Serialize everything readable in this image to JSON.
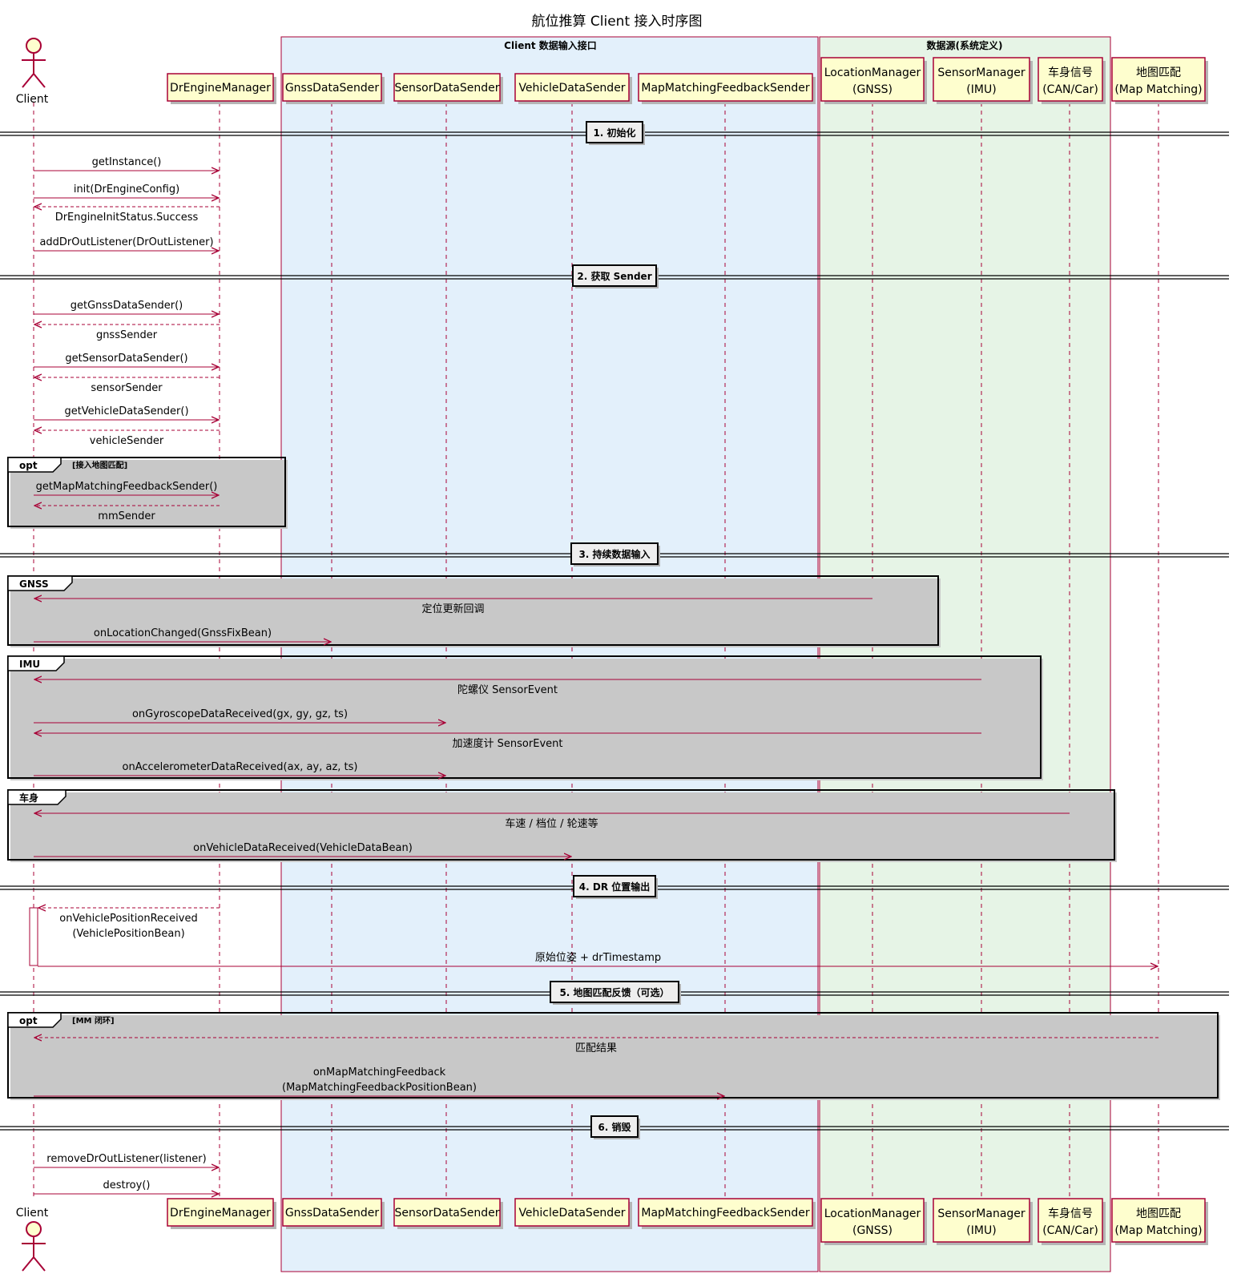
{
  "title": "航位推算 Client 接入时序图",
  "colors": {
    "arrow": "#A80036",
    "participant_fill": "#FEFECE",
    "participant_border": "#A80036",
    "box_client_fill": "#E3F0FB",
    "box_source_fill": "#E6F4E6",
    "frame_border": "#000000",
    "text": "#000000"
  },
  "boxes": [
    {
      "id": "client_box",
      "label": "Client 数据输入接口"
    },
    {
      "id": "source_box",
      "label": "数据源(系统定义)"
    }
  ],
  "participants": [
    {
      "id": "client",
      "lines": [
        "Client"
      ],
      "kind": "actor"
    },
    {
      "id": "engine",
      "lines": [
        "DrEngineManager"
      ],
      "kind": "box"
    },
    {
      "id": "gnss",
      "lines": [
        "GnssDataSender"
      ],
      "kind": "box"
    },
    {
      "id": "sensor",
      "lines": [
        "SensorDataSender"
      ],
      "kind": "box"
    },
    {
      "id": "vehicle",
      "lines": [
        "VehicleDataSender"
      ],
      "kind": "box"
    },
    {
      "id": "mmfs",
      "lines": [
        "MapMatchingFeedbackSender"
      ],
      "kind": "box"
    },
    {
      "id": "locmgr",
      "lines": [
        "LocationManager",
        "(GNSS)"
      ],
      "kind": "box"
    },
    {
      "id": "sensmgr",
      "lines": [
        "SensorManager",
        "(IMU)"
      ],
      "kind": "box"
    },
    {
      "id": "carsig",
      "lines": [
        "车身信号",
        "(CAN/Car)"
      ],
      "kind": "box"
    },
    {
      "id": "mapmatch",
      "lines": [
        "地图匹配",
        "(Map Matching)"
      ],
      "kind": "box"
    }
  ],
  "dividers": [
    {
      "label": "1. 初始化"
    },
    {
      "label": "2. 获取 Sender"
    },
    {
      "label": "3. 持续数据输入"
    },
    {
      "label": "4. DR 位置输出"
    },
    {
      "label": "5. 地图匹配反馈（可选）"
    },
    {
      "label": "6. 销毁"
    }
  ],
  "frames": [
    {
      "id": "opt_mm_sender",
      "tag": "opt",
      "condition": "[接入地图匹配]"
    },
    {
      "id": "grp_gnss",
      "tag": "GNSS",
      "condition": ""
    },
    {
      "id": "grp_imu",
      "tag": "IMU",
      "condition": ""
    },
    {
      "id": "grp_car",
      "tag": "车身",
      "condition": ""
    },
    {
      "id": "opt_mm_loop",
      "tag": "opt",
      "condition": "[MM 闭环]"
    }
  ],
  "messages": [
    {
      "from": "client",
      "to": "engine",
      "lines": [
        "getInstance()"
      ],
      "dashed": false
    },
    {
      "from": "client",
      "to": "engine",
      "lines": [
        "init(DrEngineConfig)"
      ],
      "dashed": false
    },
    {
      "from": "engine",
      "to": "client",
      "lines": [
        "DrEngineInitStatus.Success"
      ],
      "dashed": true
    },
    {
      "from": "client",
      "to": "engine",
      "lines": [
        "addDrOutListener(DrOutListener)"
      ],
      "dashed": false
    },
    {
      "from": "client",
      "to": "engine",
      "lines": [
        "getGnssDataSender()"
      ],
      "dashed": false
    },
    {
      "from": "engine",
      "to": "client",
      "lines": [
        "gnssSender"
      ],
      "dashed": true
    },
    {
      "from": "client",
      "to": "engine",
      "lines": [
        "getSensorDataSender()"
      ],
      "dashed": false
    },
    {
      "from": "engine",
      "to": "client",
      "lines": [
        "sensorSender"
      ],
      "dashed": true
    },
    {
      "from": "client",
      "to": "engine",
      "lines": [
        "getVehicleDataSender()"
      ],
      "dashed": false
    },
    {
      "from": "engine",
      "to": "client",
      "lines": [
        "vehicleSender"
      ],
      "dashed": true
    },
    {
      "from": "client",
      "to": "engine",
      "lines": [
        "getMapMatchingFeedbackSender()"
      ],
      "dashed": false
    },
    {
      "from": "engine",
      "to": "client",
      "lines": [
        "mmSender"
      ],
      "dashed": true
    },
    {
      "from": "locmgr",
      "to": "client",
      "lines": [
        "定位更新回调"
      ],
      "dashed": false
    },
    {
      "from": "client",
      "to": "gnss",
      "lines": [
        "onLocationChanged(GnssFixBean)"
      ],
      "dashed": false
    },
    {
      "from": "sensmgr",
      "to": "client",
      "lines": [
        "陀螺仪 SensorEvent"
      ],
      "dashed": false
    },
    {
      "from": "client",
      "to": "sensor",
      "lines": [
        "onGyroscopeDataReceived(gx, gy, gz, ts)"
      ],
      "dashed": false
    },
    {
      "from": "sensmgr",
      "to": "client",
      "lines": [
        "加速度计 SensorEvent"
      ],
      "dashed": false
    },
    {
      "from": "client",
      "to": "sensor",
      "lines": [
        "onAccelerometerDataReceived(ax, ay, az, ts)"
      ],
      "dashed": false
    },
    {
      "from": "carsig",
      "to": "client",
      "lines": [
        "车速 / 档位 / 轮速等"
      ],
      "dashed": false
    },
    {
      "from": "client",
      "to": "vehicle",
      "lines": [
        "onVehicleDataReceived(VehicleDataBean)"
      ],
      "dashed": false
    },
    {
      "from": "engine",
      "to": "client",
      "lines": [
        "onVehiclePositionReceived",
        "(VehiclePositionBean)"
      ],
      "dashed": true
    },
    {
      "from": "client",
      "to": "mapmatch",
      "lines": [
        "原始位姿 + drTimestamp"
      ],
      "dashed": false
    },
    {
      "from": "mapmatch",
      "to": "client",
      "lines": [
        "匹配结果"
      ],
      "dashed": true
    },
    {
      "from": "client",
      "to": "mmfs",
      "lines": [
        "onMapMatchingFeedback",
        "(MapMatchingFeedbackPositionBean)"
      ],
      "dashed": false
    },
    {
      "from": "client",
      "to": "engine",
      "lines": [
        "removeDrOutListener(listener)"
      ],
      "dashed": false
    },
    {
      "from": "client",
      "to": "engine",
      "lines": [
        "destroy()"
      ],
      "dashed": false
    }
  ]
}
